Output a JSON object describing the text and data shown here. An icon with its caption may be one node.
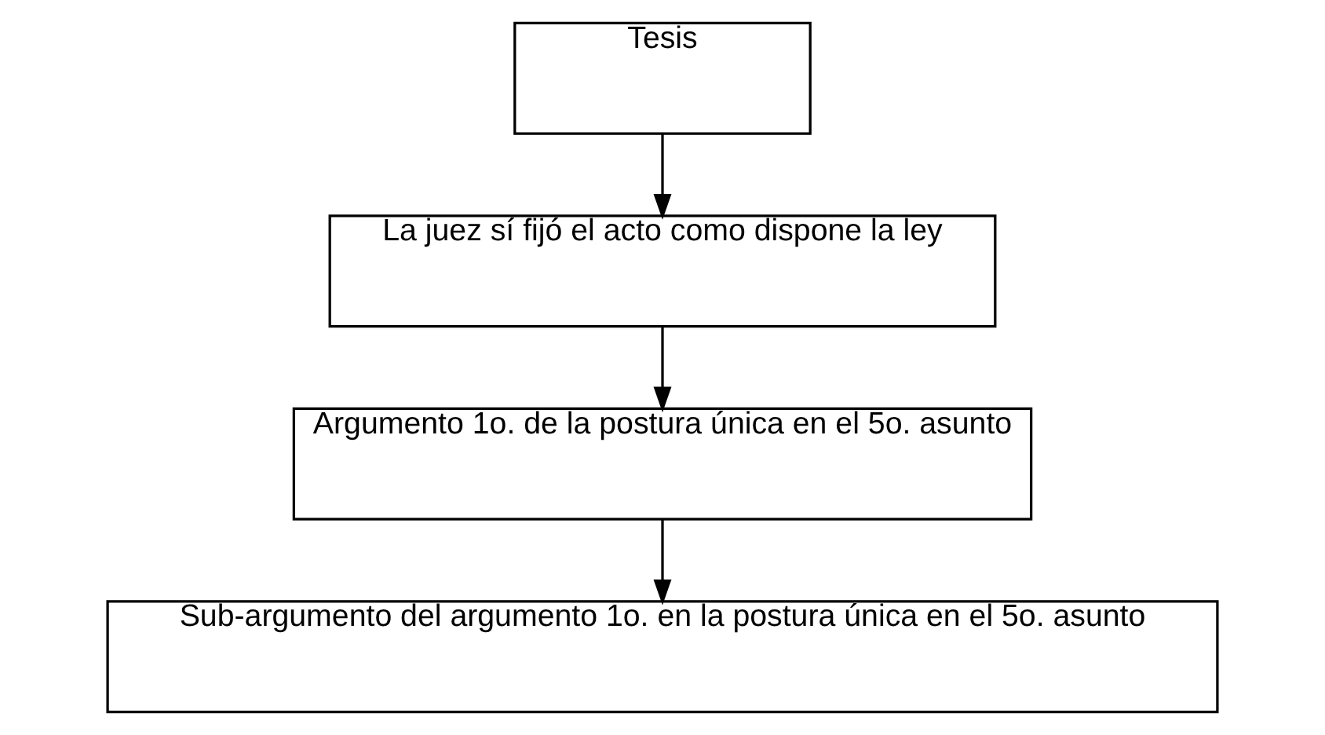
{
  "diagram": {
    "nodes": [
      {
        "text": [
          "Tesis"
        ]
      },
      {
        "text": [
          "La juez sí fijó el acto como dispone la ley"
        ]
      },
      {
        "text": [
          "Argumento 1o. de la postura única en el 5o. asunto"
        ]
      },
      {
        "text": [
          "Sub-argumento del argumento 1o. en la postura única en el 5o. asunto"
        ]
      }
    ],
    "edges": [
      {
        "from": 0,
        "to": 1,
        "arrow": "to"
      },
      {
        "from": 1,
        "to": 2,
        "arrow": "to"
      },
      {
        "from": 2,
        "to": 3,
        "arrow": "to"
      }
    ]
  }
}
